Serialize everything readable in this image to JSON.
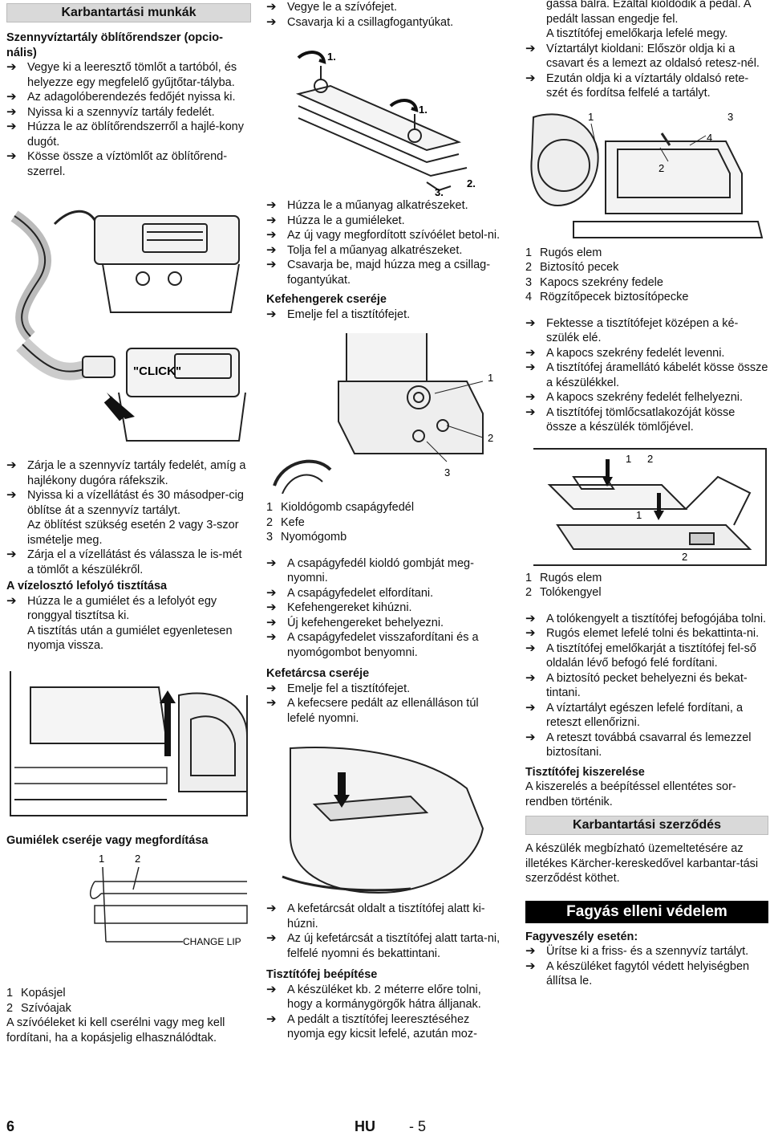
{
  "col1": {
    "header": "Karbantartási munkák",
    "sec1_title": "Szennyvíztartály öblítőrendszer (opcio-nális)",
    "sec1_steps": [
      "Vegye ki a leeresztő tömlőt a tartóból, és helyezze egy megfelelő gyűjtőtar-tályba.",
      "Az adagolóberendezés fedőjét nyissa ki.",
      "Nyissa ki a szennyvíz tartály fedelét.",
      "Húzza le az öblítőrendszerről a hajlé-kony dugót.",
      "Kösse össze a víztömlőt az öblítőrend-szerrel."
    ],
    "fig1_label": "\"CLICK\"",
    "sec1_steps_b": [
      "Zárja le a szennyvíz tartály fedelét, amíg a hajlékony dugóra ráfekszik.",
      "Nyissa ki a vízellátást és 30 másodper-cig öblítse át a szennyvíz tartályt."
    ],
    "sec1_note": "Az öblítést szükség esetén 2 vagy 3-szor ismételje meg.",
    "sec1_steps_c": [
      "Zárja el a vízellátást és válassza le is-mét a tömlőt a készülékről."
    ],
    "sec2_title": "A vízelosztó lefolyó tisztítása",
    "sec2_steps": [
      "Húzza le a gumiélet és a lefolyót egy ronggyal tisztítsa ki."
    ],
    "sec2_note": "A tisztítás után a gumiélet egyenletesen nyomja vissza.",
    "sec3_title": "Gumiélek cseréje vagy megfordítása",
    "fig3_label_1": "1",
    "fig3_label_2": "2",
    "fig3_change_lip": "CHANGE LIP",
    "sec3_legend": [
      {
        "n": "1",
        "t": "Kopásjel"
      },
      {
        "n": "2",
        "t": "Szívóajak"
      }
    ],
    "sec3_note": "A szívóéleket ki kell cserélni vagy meg kell fordítani, ha a kopásjelig elhasználódtak."
  },
  "col2": {
    "steps_a": [
      "Vegye le a szívófejet.",
      "Csavarja ki a csillagfogantyúkat."
    ],
    "fig_labels": [
      "1.",
      "1.",
      "2.",
      "3."
    ],
    "steps_b": [
      "Húzza le a műanyag alkatrészeket.",
      "Húzza le a gumiéleket.",
      "Az új vagy megfordított szívóélet betol-ni.",
      "Tolja fel a műanyag alkatrészeket.",
      "Csavarja be, majd húzza meg a csillag-fogantyúkat."
    ],
    "sec_brush_title": "Kefehengerek cseréje",
    "sec_brush_steps": [
      "Emelje fel a tisztítófejet."
    ],
    "fig_brush_labels": [
      "1",
      "2",
      "3"
    ],
    "brush_legend": [
      {
        "n": "1",
        "t": "Kioldógomb csapágyfedél"
      },
      {
        "n": "2",
        "t": "Kefe"
      },
      {
        "n": "3",
        "t": "Nyomógomb"
      }
    ],
    "brush_steps": [
      "A csapágyfedél kioldó gombját meg-nyomni.",
      "A csapágyfedelet elfordítani.",
      "Kefehengereket kihúzni.",
      "Új kefehengereket behelyezni.",
      "A csapágyfedelet visszafordítani és a nyomógombot benyomni."
    ],
    "sec_disc_title": "Kefetárcsa cseréje",
    "disc_steps_a": [
      "Emelje fel a tisztítófejet.",
      "A kefecsere pedált az ellenálláson túl lefelé nyomni."
    ],
    "disc_steps_b": [
      "A kefetárcsát oldalt a tisztítófej alatt ki-húzni.",
      "Az új kefetárcsát a tisztítófej alatt tarta-ni, felfelé nyomni és bekattintani."
    ],
    "sec_install_title": "Tisztítófej beépítése",
    "install_steps": [
      "A készüléket kb. 2 méterre előre tolni, hogy a kormánygörgők hátra álljanak.",
      "A pedált a tisztítófej leeresztéséhez nyomja egy kicsit lefelé, azután moz-"
    ]
  },
  "col3": {
    "cont_text": "gassa balra. Ezáltal kioldódik a pedál. A pedált lassan engedje fel.",
    "cont_note": "A tisztítófej emelőkarja lefelé megy.",
    "steps_a": [
      "Víztartályt kioldani: Először oldja ki a csavart és a lemezt az oldalsó retesz-nél.",
      "Ezután oldja ki a víztartály oldalsó rete-szét és fordítsa felfelé a tartályt."
    ],
    "fig1_labels": [
      "1",
      "3",
      "4",
      "2"
    ],
    "legend1": [
      {
        "n": "1",
        "t": "Rugós elem"
      },
      {
        "n": "2",
        "t": "Biztosító pecek"
      },
      {
        "n": "3",
        "t": "Kapocs szekrény fedele"
      },
      {
        "n": "4",
        "t": "Rögzítőpecek biztosítópecke"
      }
    ],
    "steps_b": [
      "Fektesse a tisztítófejet középen a ké-szülék elé.",
      "A kapocs szekrény fedelét levenni.",
      "A tisztítófej áramellátó kábelét kösse össze a készülékkel.",
      "A kapocs szekrény fedelét felhelyezni.",
      "A tisztítófej tömlőcsatlakozóját kösse össze a készülék tömlőjével."
    ],
    "fig2_labels": [
      "1",
      "2",
      "1",
      "2"
    ],
    "legend2": [
      {
        "n": "1",
        "t": "Rugós elem"
      },
      {
        "n": "2",
        "t": "Tolókengyel"
      }
    ],
    "steps_c": [
      "A tolókengyelt a tisztítófej befogójába tolni.",
      "Rugós elemet lefelé tolni és bekattinta-ni.",
      "A tisztítófej emelőkarját a tisztítófej fel-ső oldalán lévő befogó felé fordítani.",
      "A biztosító pecket behelyezni és bekat-tintani.",
      "A víztartályt egészen lefelé fordítani, a reteszt ellenőrizni.",
      "A reteszt továbbá csavarral és lemezzel biztosítani."
    ],
    "sec_remove_title": "Tisztítófej kiszerelése",
    "sec_remove_text": "A kiszerelés a beépítéssel ellentétes sor-rendben történik.",
    "contract_header": "Karbantartási szerződés",
    "contract_text": "A készülék megbízható üzemeltetésére az illetékes Kärcher-kereskedővel karbantar-tási szerződést köthet.",
    "frost_header": "Fagyás elleni védelem",
    "frost_sub": "Fagyveszély esetén:",
    "frost_steps": [
      "Ürítse ki a friss- és a szennyvíz tartályt.",
      "A készüléket fagytól védett helyiségben állítsa le."
    ]
  },
  "footer": {
    "page_left": "6",
    "lang": "HU",
    "page_right": "- 5"
  }
}
